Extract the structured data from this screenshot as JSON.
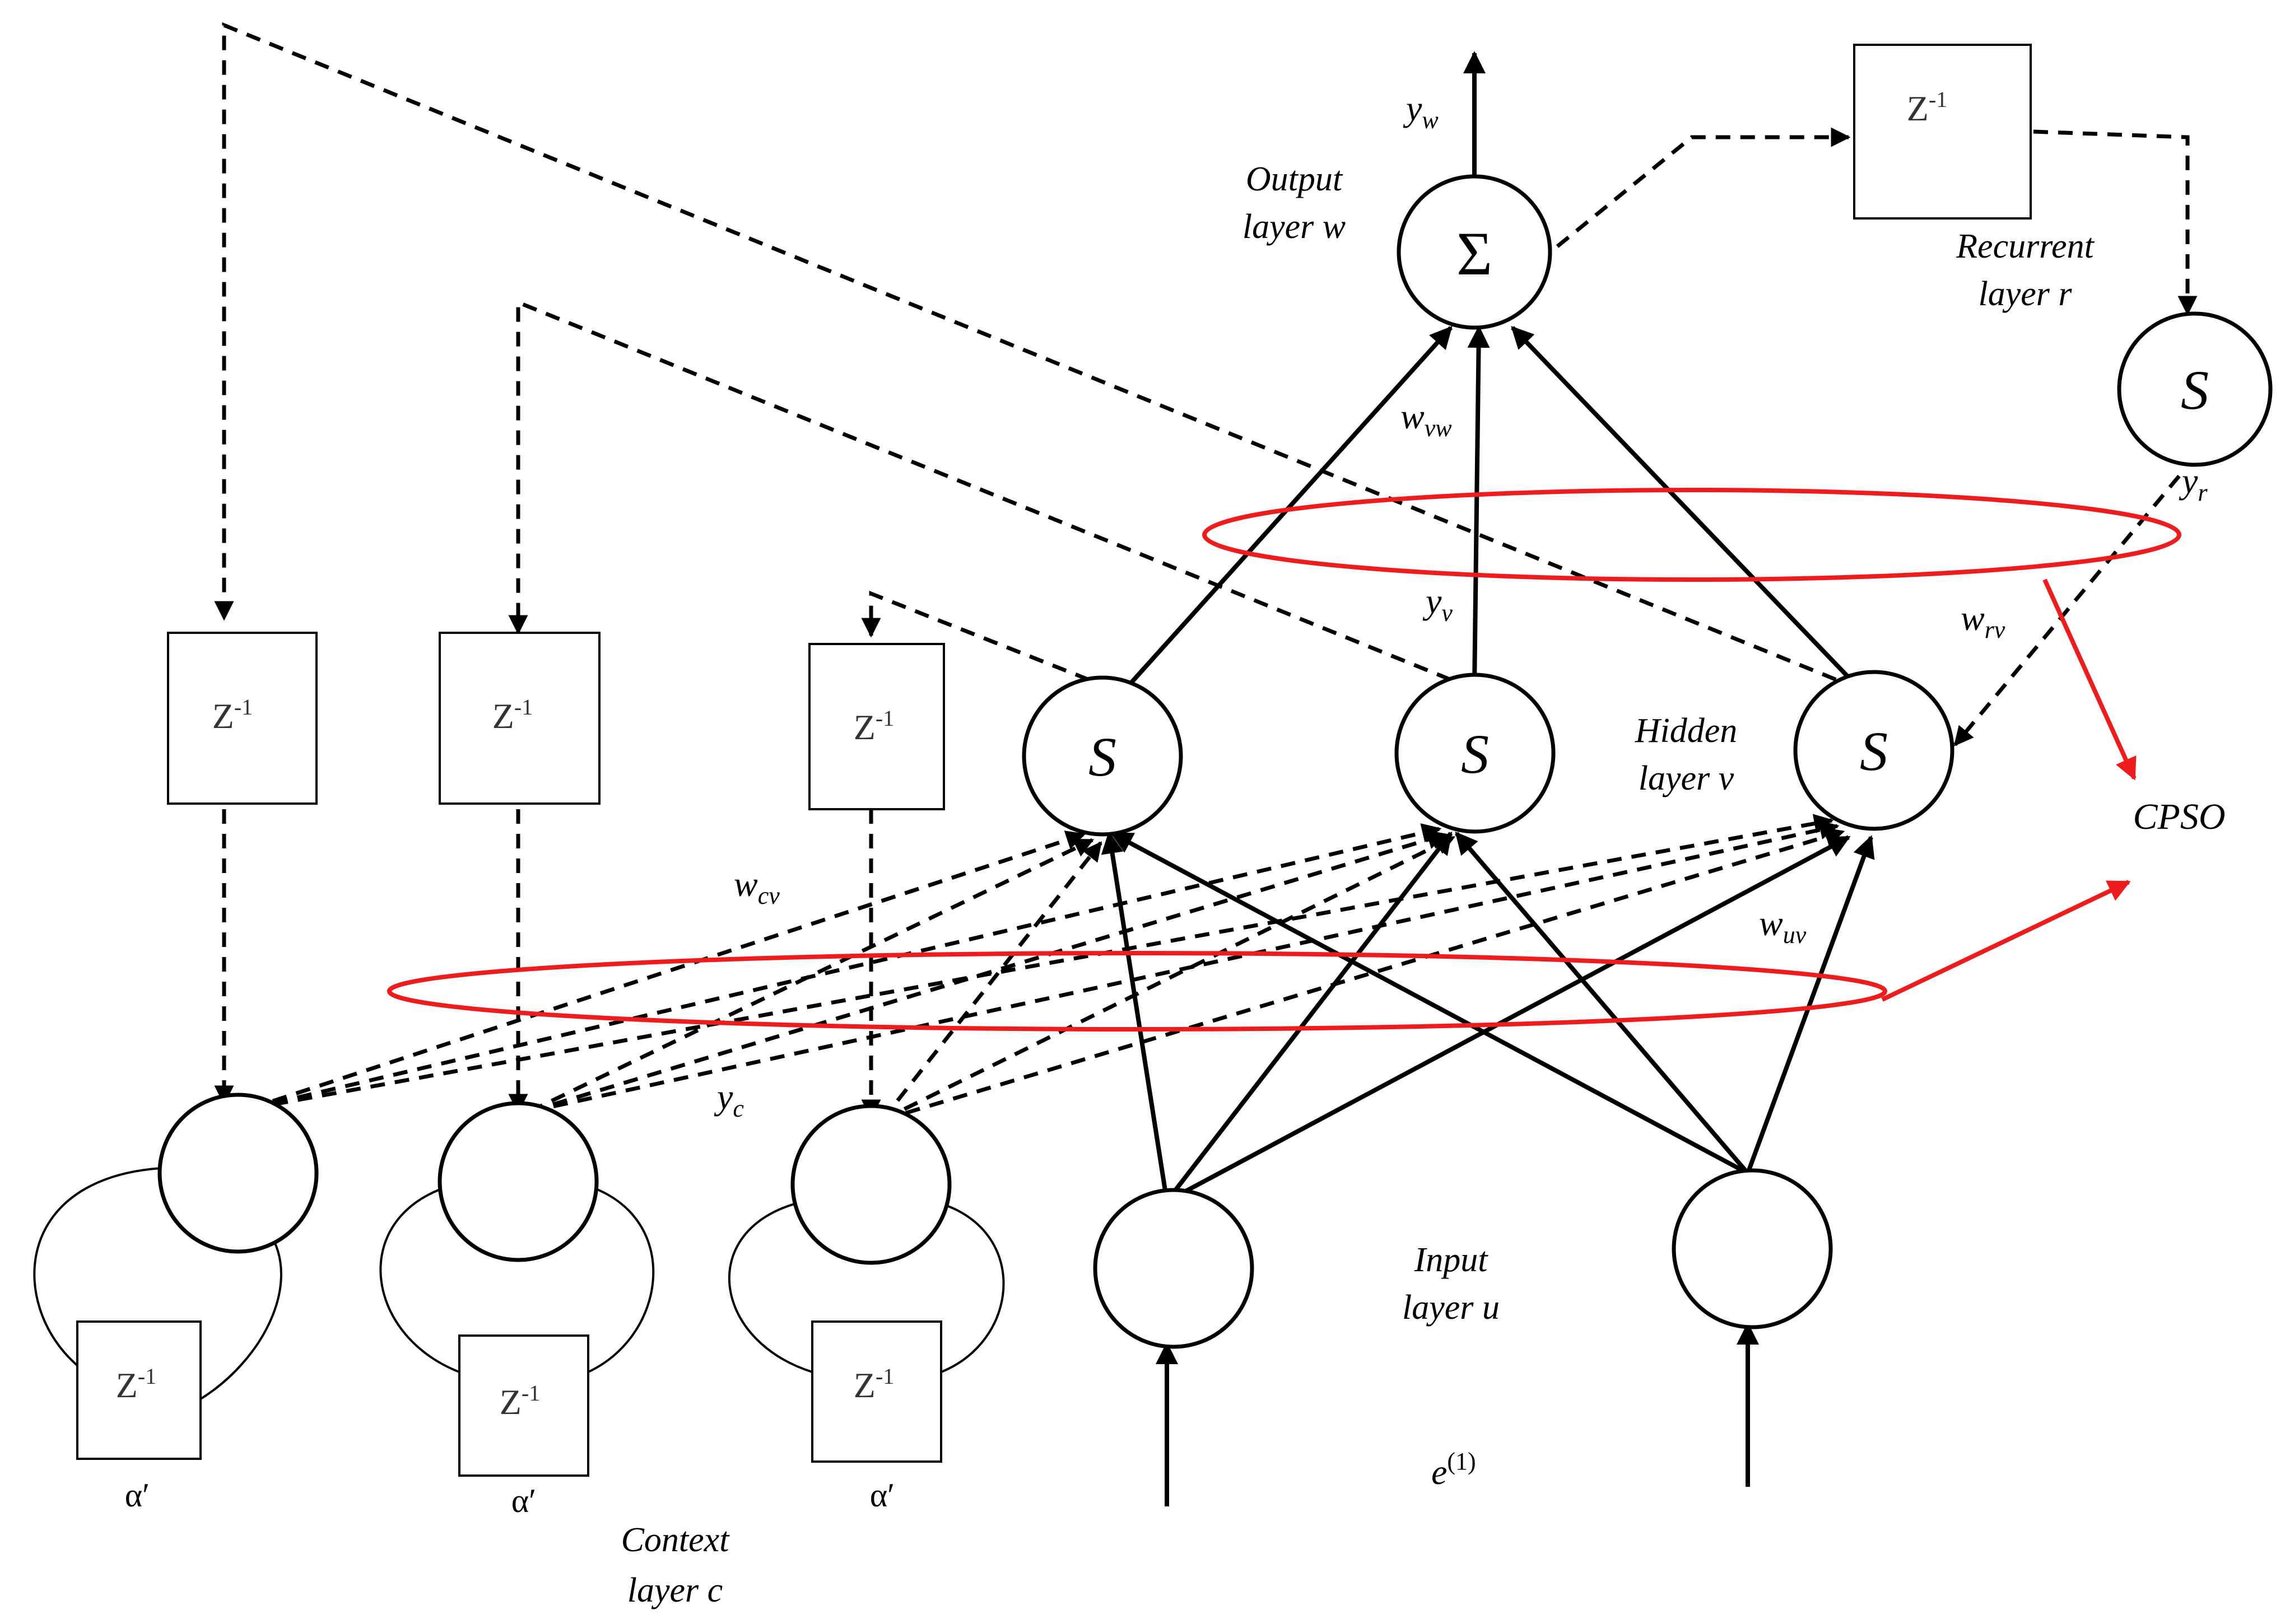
{
  "layers": {
    "output": [
      "Output",
      "layer w"
    ],
    "recurrent": [
      "Recurrent",
      "layer r"
    ],
    "hidden": [
      "Hidden",
      "layer v"
    ],
    "input": [
      "Input",
      "layer u"
    ],
    "context": [
      "Context",
      "layer c"
    ]
  },
  "symbols": {
    "sum": "Σ",
    "s": "S",
    "delay": "Z",
    "delay_exp": "-1",
    "alpha": "α′",
    "cpso": "CPSO"
  },
  "signals": {
    "yw": "y",
    "yw_sub": "w",
    "yr": "y",
    "yr_sub": "r",
    "yv": "y",
    "yv_sub": "v",
    "yc": "y",
    "yc_sub": "c",
    "input_e": "e",
    "input_e_sup": "(1)"
  },
  "weights": {
    "wvw": "w",
    "wvw_sub": "vw",
    "wrv": "w",
    "wrv_sub": "rv",
    "wcv": "w",
    "wcv_sub": "cv",
    "wuv": "w",
    "wuv_sub": "uv"
  },
  "colors": {
    "line": "#000000",
    "highlight": "#ee1c1c"
  }
}
